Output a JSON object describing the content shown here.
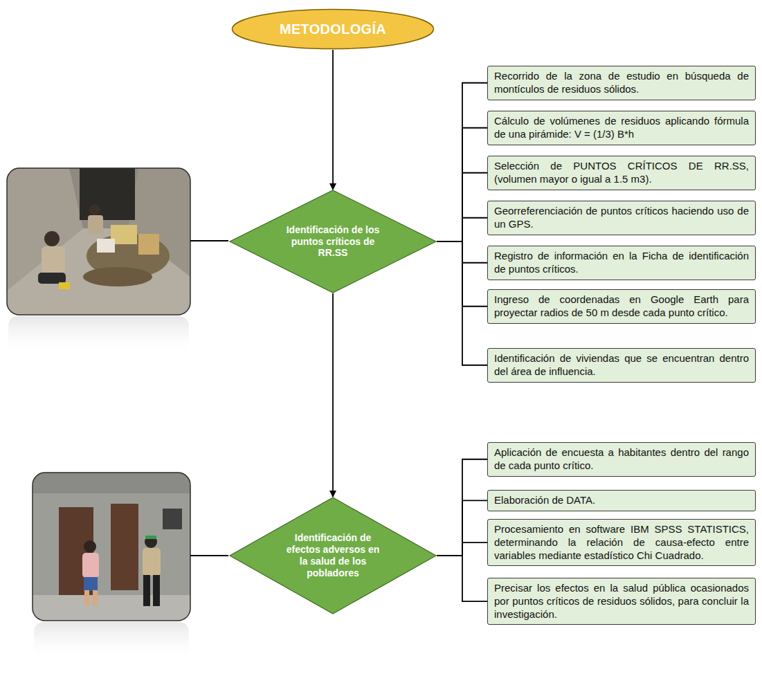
{
  "diagram": {
    "nodes": [
      {
        "text": [
          "METODOLOGÍA"
        ]
      },
      {
        "text": [
          "Identificación de los puntos críticos de RR.SS"
        ]
      },
      {
        "text": [
          "Recorrido de la zona de estudio en búsqueda de montículos de residuos sólidos."
        ]
      },
      {
        "text": [
          "Cálculo de volúmenes de residuos aplicando fórmula de una pirámide: V = (1/3) B*h"
        ]
      },
      {
        "text": [
          "Selección de PUNTOS CRÍTICOS DE RR.SS, (volumen mayor o igual a 1.5 m3)."
        ]
      },
      {
        "text": [
          "Georreferenciación de puntos críticos haciendo uso de un GPS."
        ]
      },
      {
        "text": [
          "Registro de información en la Ficha de identificación de puntos críticos."
        ]
      },
      {
        "text": [
          "Ingreso de coordenadas en Google Earth para proyectar radios de 50 m desde cada punto crítico."
        ]
      },
      {
        "text": [
          "Identificación de viviendas que se encuentran dentro del área de influencia."
        ]
      },
      {
        "text": [
          "Identificación de efectos adversos en la salud de los pobladores"
        ]
      },
      {
        "text": [
          "Aplicación de encuesta a habitantes dentro del rango de cada punto crítico."
        ]
      },
      {
        "text": [
          "Elaboración de DATA."
        ]
      },
      {
        "text": [
          "Procesamiento en software IBM SPSS STATISTICS, determinando la relación de causa-efecto entre variables mediante estadístico Chi Cuadrado."
        ]
      },
      {
        "text": [
          "Precisar los efectos en la salud pública ocasionados por puntos críticos de residuos sólidos, para concluir la investigación."
        ]
      }
    ],
    "edges": [
      {
        "from": 0,
        "to": 1,
        "arrow": "to"
      },
      {
        "from": 1,
        "to": 9,
        "arrow": "to"
      },
      {
        "from": 1,
        "to": 2,
        "arrow": "none"
      },
      {
        "from": 1,
        "to": 3,
        "arrow": "none"
      },
      {
        "from": 1,
        "to": 4,
        "arrow": "none"
      },
      {
        "from": 1,
        "to": 5,
        "arrow": "none"
      },
      {
        "from": 1,
        "to": 6,
        "arrow": "none"
      },
      {
        "from": 1,
        "to": 7,
        "arrow": "none"
      },
      {
        "from": 1,
        "to": 8,
        "arrow": "none"
      },
      {
        "from": 9,
        "to": 10,
        "arrow": "none"
      },
      {
        "from": 9,
        "to": 11,
        "arrow": "none"
      },
      {
        "from": 9,
        "to": 12,
        "arrow": "none"
      },
      {
        "from": 9,
        "to": 13,
        "arrow": "none"
      }
    ]
  }
}
